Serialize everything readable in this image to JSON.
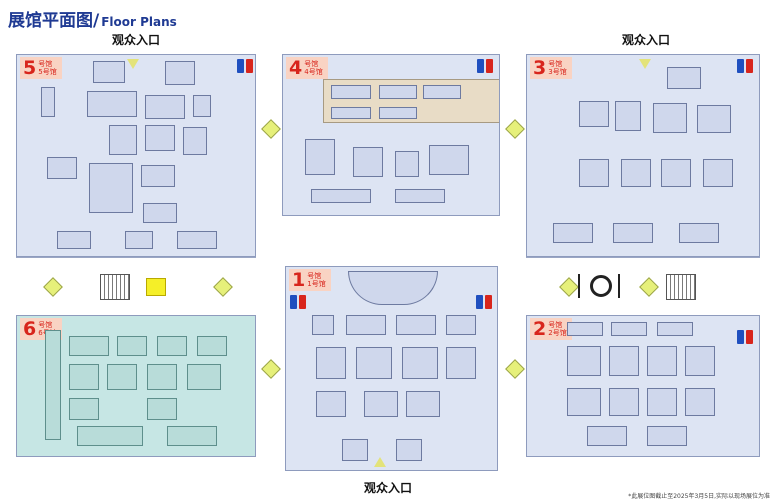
{
  "title": {
    "cn": "展馆平面图",
    "sep": "/",
    "en": "Floor Plans"
  },
  "entrances": {
    "top_left": "观众入口",
    "top_right": "观众入口",
    "bottom": "观众入口"
  },
  "halls": [
    {
      "num": "5",
      "label": "号馆",
      "sub": "5号馆"
    },
    {
      "num": "4",
      "label": "号馆",
      "sub": "4号馆"
    },
    {
      "num": "3",
      "label": "号馆",
      "sub": "3号馆"
    },
    {
      "num": "1",
      "label": "号馆",
      "sub": "1号馆"
    },
    {
      "num": "6",
      "label": "号馆",
      "sub": "6号馆"
    },
    {
      "num": "2",
      "label": "号馆",
      "sub": "2号馆"
    }
  ],
  "footnote": "*此展位图截止至2025年3月5日,实际以现场展位为准",
  "colors": {
    "hall_bg": "#dde4f3",
    "hall6_bg": "#c6e6e4",
    "tag": "#f9d3c3",
    "title": "#1f3a93",
    "accent_red": "#d8251c"
  },
  "icons": [
    "restroom-icon",
    "stairs-icon",
    "restaurant-icon",
    "arrow-icon"
  ]
}
